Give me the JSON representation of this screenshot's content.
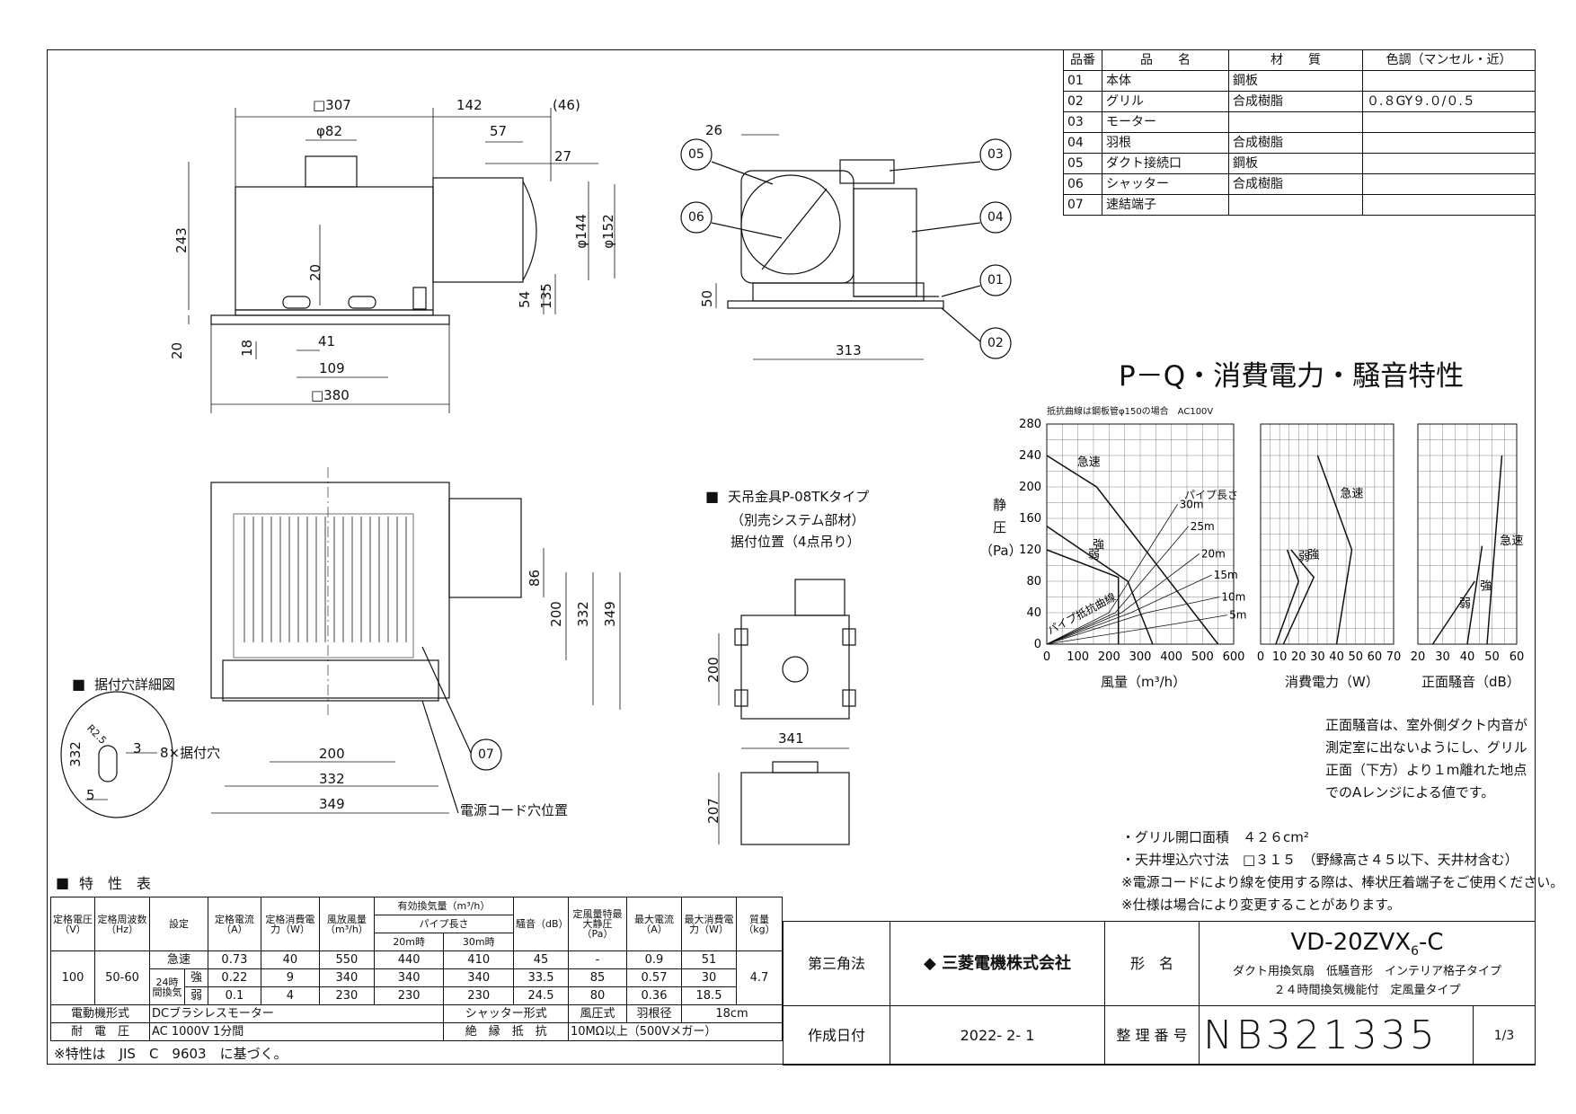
{
  "parts_table": {
    "headers": [
      "品番",
      "品　　名",
      "材　　質",
      "色調（マンセル・近）"
    ],
    "rows": [
      {
        "no": "01",
        "name": "本体",
        "material": "鋼板",
        "color": ""
      },
      {
        "no": "02",
        "name": "グリル",
        "material": "合成樹脂",
        "color": "０.８GY９.０/０.５"
      },
      {
        "no": "03",
        "name": "モーター",
        "material": "",
        "color": ""
      },
      {
        "no": "04",
        "name": "羽根",
        "material": "合成樹脂",
        "color": ""
      },
      {
        "no": "05",
        "name": "ダクト接続口",
        "material": "鋼板",
        "color": ""
      },
      {
        "no": "06",
        "name": "シャッター",
        "material": "合成樹脂",
        "color": ""
      },
      {
        "no": "07",
        "name": "速結端子",
        "material": "",
        "color": ""
      }
    ]
  },
  "front_view": {
    "dims": {
      "w307": "□307",
      "d142": "142",
      "d46": "(46)",
      "phi82": "φ82",
      "d57": "57",
      "d27": "27",
      "h243": "243",
      "phi144": "φ144",
      "phi152": "φ152",
      "d20a": "20",
      "d54": "54",
      "d135": "135",
      "d18": "18",
      "d41": "41",
      "d109": "109",
      "d20b": "20",
      "w380": "□380"
    }
  },
  "side_view": {
    "dims": {
      "d26": "26",
      "d50": "50",
      "d313": "313"
    },
    "callouts": [
      "05",
      "06",
      "03",
      "04",
      "01",
      "02"
    ]
  },
  "bottom_view": {
    "dims": {
      "d86": "86",
      "d200": "200",
      "d332": "332",
      "d349": "349",
      "w200": "200",
      "w332": "332",
      "w349": "349"
    },
    "callout_07": "07",
    "cord_label": "電源コード穴位置"
  },
  "hole_detail": {
    "title": "据付穴詳細図",
    "holes_label": "8×据付穴",
    "dims": {
      "d332": "332",
      "r25": "R2.5",
      "d3": "3",
      "d5": "5"
    }
  },
  "hanger": {
    "title": "天吊金具P-08TKタイプ",
    "line2": "（別売システム部材）",
    "line3": "据付位置（4点吊り）",
    "dims": {
      "d200": "200",
      "d341": "341",
      "d207": "207"
    }
  },
  "chart_title": "P－Q・消費電力・騒音特性",
  "chart_data": [
    {
      "type": "line",
      "note": "抵抗曲線は鋼板管φ150の場合　AC100V",
      "xlabel": "風量（m³/h）",
      "ylabel": [
        "静",
        "圧",
        "（Pa）"
      ],
      "xlim": [
        0,
        600
      ],
      "ylim": [
        0,
        280
      ],
      "xticks": [
        "0",
        "100",
        "200",
        "300",
        "400",
        "500",
        "600"
      ],
      "yticks": [
        "0",
        "40",
        "80",
        "120",
        "160",
        "200",
        "240",
        "280"
      ],
      "grid": true,
      "series": [
        {
          "name": "急速",
          "x": [
            0,
            160,
            550
          ],
          "y": [
            240,
            200,
            0
          ]
        },
        {
          "name": "強",
          "x": [
            0,
            260,
            340
          ],
          "y": [
            150,
            80,
            0
          ]
        },
        {
          "name": "弱",
          "x": [
            0,
            230,
            230
          ],
          "y": [
            120,
            85,
            0
          ]
        }
      ],
      "resistance_label": "パイプ長さ",
      "resistance_curves": [
        {
          "name": "30m",
          "x": [
            0,
            200,
            420
          ],
          "y": [
            0,
            40,
            178
          ]
        },
        {
          "name": "25m",
          "x": [
            0,
            220,
            455
          ],
          "y": [
            0,
            40,
            150
          ]
        },
        {
          "name": "20m",
          "x": [
            0,
            240,
            490
          ],
          "y": [
            0,
            40,
            115
          ]
        },
        {
          "name": "15m",
          "x": [
            0,
            270,
            530
          ],
          "y": [
            0,
            40,
            88
          ]
        },
        {
          "name": "10m",
          "x": [
            0,
            320,
            555
          ],
          "y": [
            0,
            40,
            60
          ]
        },
        {
          "name": "5m",
          "x": [
            0,
            400,
            580
          ],
          "y": [
            0,
            25,
            37
          ]
        }
      ],
      "annotations": [
        "パイプ抵抗曲線"
      ]
    },
    {
      "type": "line",
      "xlabel": "消費電力（W）",
      "xlim": [
        0,
        70
      ],
      "ylim": [
        0,
        280
      ],
      "xticks": [
        "0",
        "10",
        "20",
        "30",
        "40",
        "50",
        "60",
        "70"
      ],
      "grid": true,
      "series": [
        {
          "name": "急速",
          "x": [
            30,
            48,
            40
          ],
          "y": [
            240,
            120,
            0
          ]
        },
        {
          "name": "強",
          "x": [
            16,
            28,
            12
          ],
          "y": [
            120,
            85,
            0
          ]
        },
        {
          "name": "弱",
          "x": [
            14,
            20,
            8
          ],
          "y": [
            120,
            80,
            0
          ]
        }
      ]
    },
    {
      "type": "line",
      "xlabel": "正面騒音（dB）",
      "xlim": [
        20,
        60
      ],
      "ylim": [
        0,
        280
      ],
      "xticks": [
        "20",
        "30",
        "40",
        "50",
        "60"
      ],
      "grid": true,
      "series": [
        {
          "name": "急速",
          "x": [
            54,
            48
          ],
          "y": [
            240,
            0
          ]
        },
        {
          "name": "強",
          "x": [
            46,
            40
          ],
          "y": [
            125,
            0
          ]
        },
        {
          "name": "弱",
          "x": [
            43,
            26
          ],
          "y": [
            80,
            0
          ]
        }
      ]
    }
  ],
  "noise_note": [
    "正面騒音は、室外側ダクト内音が",
    "測定室に出ないようにし、グリル",
    "正面（下方）より１m離れた地点",
    "でのAレンジによる値です。"
  ],
  "notes": [
    "・グリル開口面積　４２６cm²",
    "・天井埋込穴寸法　□３１５　（野縁高さ４５以下、天井材含む）",
    "※電源コードにより線を使用する際は、棒状圧着端子をご使用ください。",
    "※仕様は場合により変更することがあります。"
  ],
  "spec_table": {
    "title": "特　性　表",
    "headers": {
      "voltage": "定格電圧（V）",
      "freq": "定格周波数（Hz）",
      "setting": "設定",
      "current": "定格電流（A）",
      "power": "定格消費電力（W）",
      "flow": "風放風量（m³/h）",
      "effective": "有効換気量（m³/h）",
      "pipe": "パイプ長さ",
      "p20": "20m時",
      "p30": "30m時",
      "noise": "騒音（dB）",
      "static": "定風量特最大静圧（Pa）",
      "maxcur": "最大電流（A）",
      "maxpow": "最大消費電力（W）",
      "mass": "質量（kg）"
    },
    "voltage": "100",
    "freq": "50-60",
    "mass": "4.7",
    "mode_group": "24時間換気",
    "rows": [
      {
        "setting": "急速",
        "current": "0.73",
        "power": "40",
        "flow": "550",
        "p20": "440",
        "p30": "410",
        "noise": "45",
        "static": "-",
        "maxcur": "0.9",
        "maxpow": "51"
      },
      {
        "setting": "強",
        "current": "0.22",
        "power": "9",
        "flow": "340",
        "p20": "340",
        "p30": "340",
        "noise": "33.5",
        "static": "85",
        "maxcur": "0.57",
        "maxpow": "30"
      },
      {
        "setting": "弱",
        "current": "0.1",
        "power": "4",
        "flow": "230",
        "p20": "230",
        "p30": "230",
        "noise": "24.5",
        "static": "80",
        "maxcur": "0.36",
        "maxpow": "18.5"
      }
    ],
    "motor_label": "電動機形式",
    "motor": "DCブラシレスモーター",
    "shutter_label": "シャッター形式",
    "shutter": "風圧式",
    "blade_label": "羽根径",
    "blade": "18cm",
    "withstand_label": "耐　電　圧",
    "withstand": "AC 1000V 1分間",
    "insulation_label": "絶　縁　抵　抗",
    "insulation": "10MΩ以上（500Vメガー）",
    "footnote": "※特性は　JIS　C　9603　に基づく。"
  },
  "title_block": {
    "projection": "第三角法",
    "company": "三菱電機株式会社",
    "model_label": "形　名",
    "model": "VD-20ZVX",
    "model_sub": "6",
    "model_suffix": "-C",
    "desc1": "ダクト用換気扇　低騒音形　インテリア格子タイプ",
    "desc2": "２４時間換気機能付　定風量タイプ",
    "date_label": "作成日付",
    "date": "2022- 2- 1",
    "number_label": "整 理 番 号",
    "number": "NB321335",
    "page": "1/3"
  }
}
